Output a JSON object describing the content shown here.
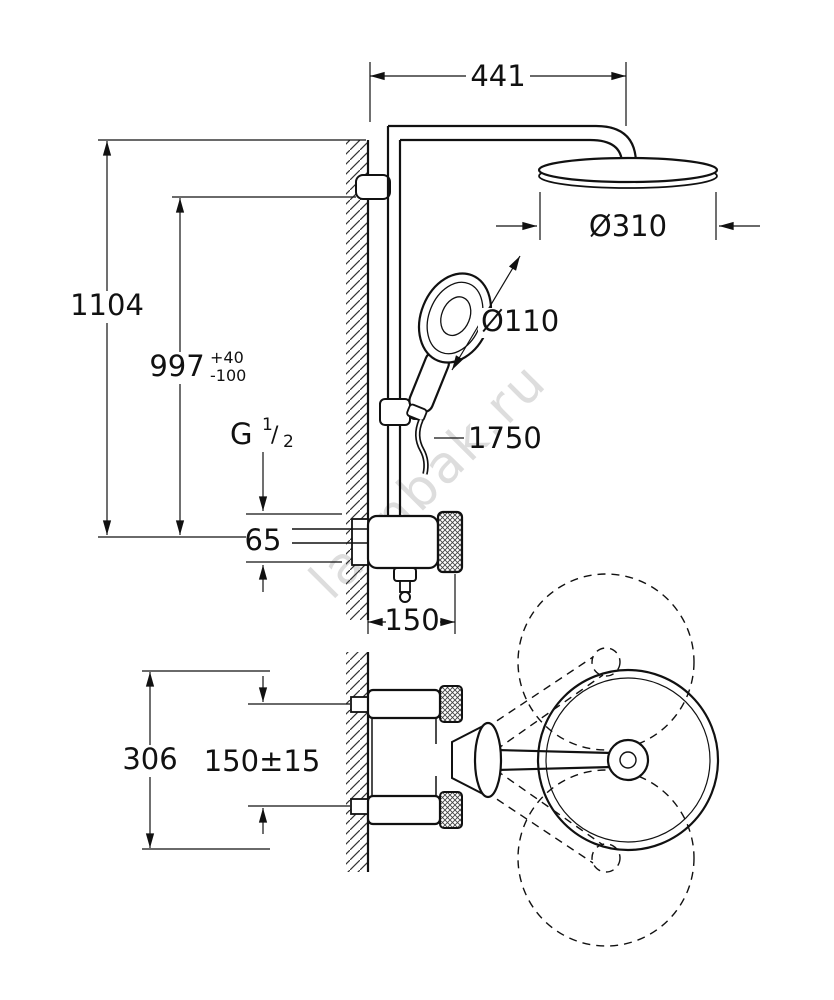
{
  "watermark": "lannbak.ru",
  "labels": {
    "width_top": "441",
    "head_diameter": "Ø310",
    "handshower_diameter": "Ø110",
    "height_total": "1104",
    "height_pipe": "997",
    "tolerance_plus": "+40",
    "tolerance_minus": "-100",
    "thread_letter": "G",
    "thread_numerator": "1",
    "thread_slash": "/",
    "thread_denominator": "2",
    "hose_length": "1750",
    "offset_outlet": "65",
    "wall_distance": "150",
    "swivel_range": "306",
    "supply_spacing": "150±15"
  },
  "colors": {
    "line": "#111111",
    "background": "#ffffff",
    "watermark": "#999999"
  }
}
